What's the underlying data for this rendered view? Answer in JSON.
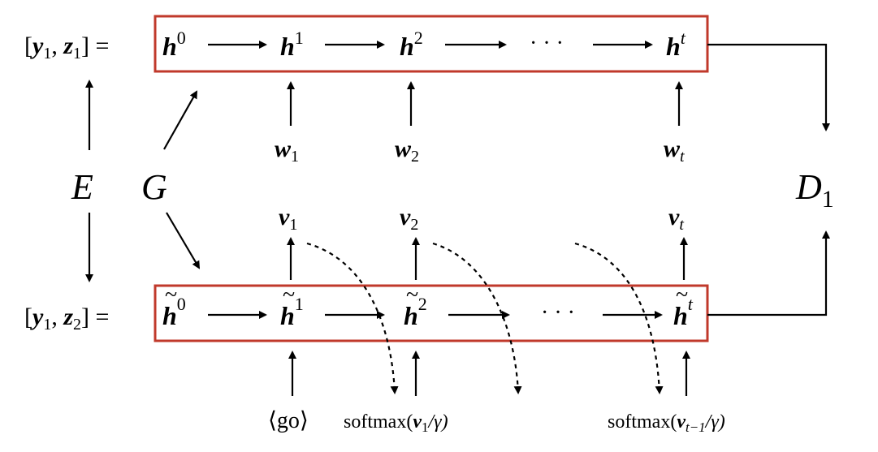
{
  "colors": {
    "box_stroke": "#c0392b",
    "line": "#000000"
  },
  "labels": {
    "top_lhs_open": "[",
    "top_lhs_y": "y",
    "top_lhs_y_sub": "1",
    "top_lhs_comma": ", ",
    "top_lhs_z": "z",
    "top_lhs_z_sub": "1",
    "top_lhs_close": "] =",
    "bot_lhs_open": "[",
    "bot_lhs_y": "y",
    "bot_lhs_y_sub": "1",
    "bot_lhs_comma": ", ",
    "bot_lhs_z": "z",
    "bot_lhs_z_sub": "2",
    "bot_lhs_close": "] =",
    "E": "E",
    "G": "G",
    "D": "D",
    "D_sub": "1",
    "top_h0": "h",
    "top_h0_sup": "0",
    "top_h1": "h",
    "top_h1_sup": "1",
    "top_h2": "h",
    "top_h2_sup": "2",
    "top_dots": "· · ·",
    "top_ht": "h",
    "top_ht_sup": "t",
    "w1": "w",
    "w1_sub": "1",
    "w2": "w",
    "w2_sub": "2",
    "wt": "w",
    "wt_sub": "t",
    "v1": "v",
    "v1_sub": "1",
    "v2": "v",
    "v2_sub": "2",
    "vt": "v",
    "vt_sub": "t",
    "bot_h0": "h",
    "bot_h0_sup": "0",
    "bot_h1": "h",
    "bot_h1_sup": "1",
    "bot_h2": "h",
    "bot_h2_sup": "2",
    "bot_dots": "· · ·",
    "bot_ht": "h",
    "bot_ht_sup": "t",
    "tilde": "~",
    "go": "⟨go⟩",
    "softmax1_pre": "softmax(",
    "softmax1_v": "v",
    "softmax1_sub": "1",
    "softmax1_post": "/γ)",
    "softmax2_pre": "softmax(",
    "softmax2_v": "v",
    "softmax2_sub": "t−1",
    "softmax2_post": "/γ)"
  }
}
